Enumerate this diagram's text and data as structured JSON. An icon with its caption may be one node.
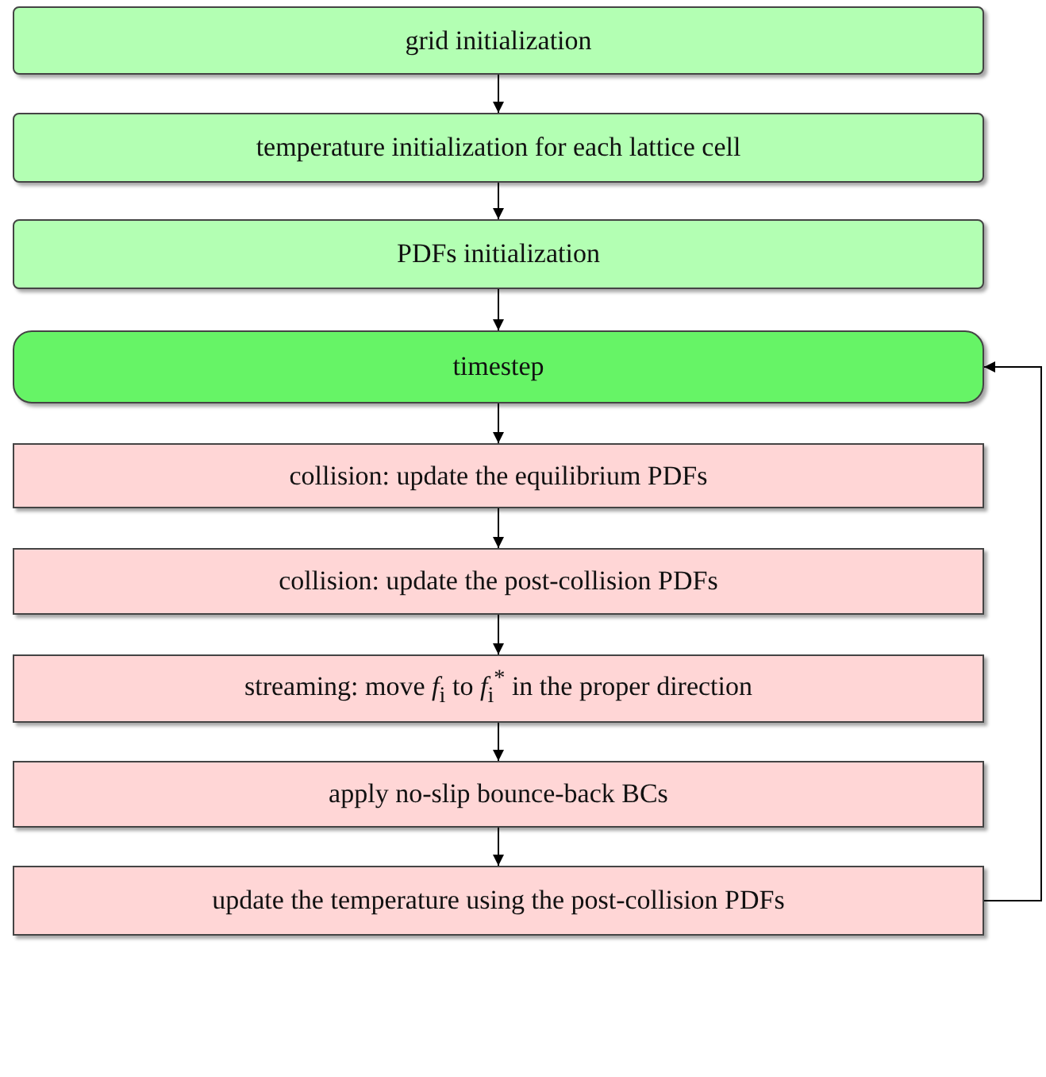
{
  "diagram": {
    "nodes": [
      {
        "text": [
          "grid initialization"
        ]
      },
      {
        "text": [
          "temperature initialization for each lattice cell"
        ]
      },
      {
        "text": [
          "PDFs initialization"
        ]
      },
      {
        "text": [
          "timestep"
        ]
      },
      {
        "text": [
          "collision: update the equilibrium PDFs"
        ]
      },
      {
        "text": [
          "collision: update the post-collision PDFs"
        ]
      },
      {
        "text": [
          "streaming: move *f*$_{i}$ to *f*$_{i}$$^{*}$ in the proper direction"
        ]
      },
      {
        "text": [
          "apply no-slip bounce-back BCs"
        ]
      },
      {
        "text": [
          "update the temperature using the post-collision PDFs"
        ]
      }
    ],
    "edges": [
      {
        "from": 0,
        "to": 1,
        "arrow": "to"
      },
      {
        "from": 1,
        "to": 2,
        "arrow": "to"
      },
      {
        "from": 2,
        "to": 3,
        "arrow": "to"
      },
      {
        "from": 3,
        "to": 4,
        "arrow": "to"
      },
      {
        "from": 4,
        "to": 5,
        "arrow": "to"
      },
      {
        "from": 5,
        "to": 6,
        "arrow": "to"
      },
      {
        "from": 6,
        "to": 7,
        "arrow": "to"
      },
      {
        "from": 7,
        "to": 8,
        "arrow": "to"
      },
      {
        "from": 8,
        "to": 3,
        "arrow": "to"
      }
    ]
  }
}
